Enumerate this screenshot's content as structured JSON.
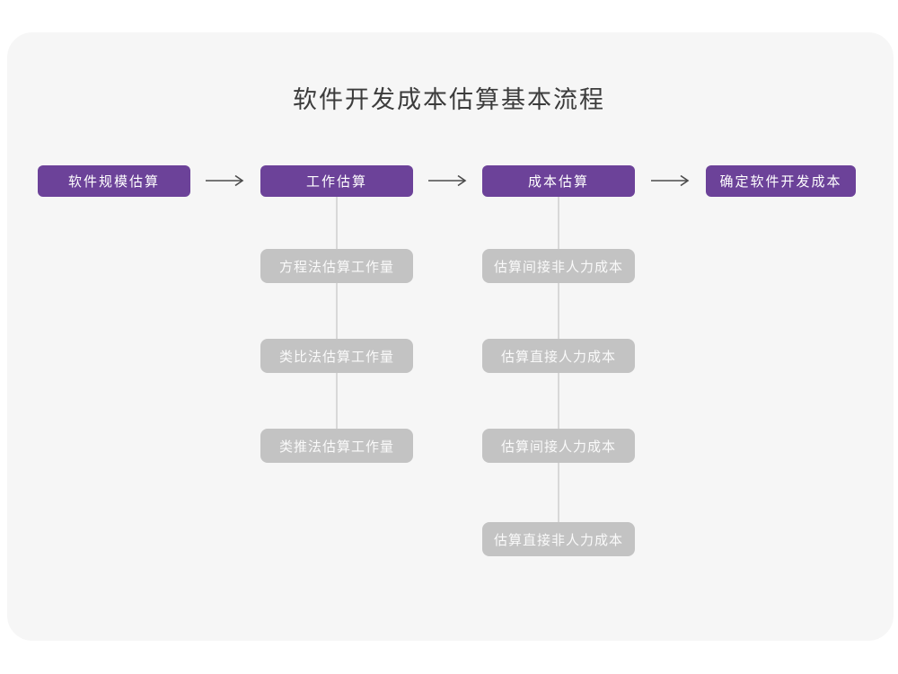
{
  "title": "软件开发成本估算基本流程",
  "colors": {
    "accent": "#6c4299",
    "node_gray": "#c3c3c3",
    "card_bg": "#f6f6f6",
    "arrow": "#4b4b4b",
    "connector": "#d8d8d8",
    "title_color": "#3c3c3c"
  },
  "flow": {
    "main_steps": [
      {
        "label": "软件规模估算"
      },
      {
        "label": "工作估算"
      },
      {
        "label": "成本估算"
      },
      {
        "label": "确定软件开发成本"
      }
    ],
    "work_substeps": [
      {
        "label": "方程法估算工作量"
      },
      {
        "label": "类比法估算工作量"
      },
      {
        "label": "类推法估算工作量"
      }
    ],
    "cost_substeps": [
      {
        "label": "估算间接非人力成本"
      },
      {
        "label": "估算直接人力成本"
      },
      {
        "label": "估算间接人力成本"
      },
      {
        "label": "估算直接非人力成本"
      }
    ]
  }
}
